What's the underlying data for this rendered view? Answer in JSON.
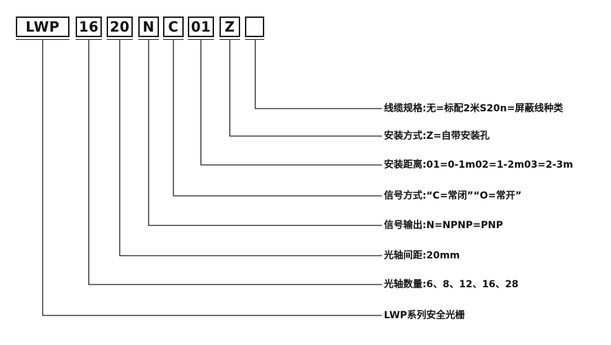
{
  "code_boxes": [
    "LWP",
    "16",
    "20",
    "N",
    "C",
    "01",
    "Z",
    ""
  ],
  "descriptions": [
    "线缆规格:无=标配2米S20n=屏蔽线种类",
    "安装方式:Z=自带安装孔",
    "安装距离:01=0-1m02=1-2m03=2-3m",
    "信号方式:“C=常闭”“O=常开”",
    "信号输出:N=NPNP=PNP",
    "光轴间距:20mm",
    "光轴数量:6、8、12、16、28",
    "LWP系列安全光栅"
  ]
}
